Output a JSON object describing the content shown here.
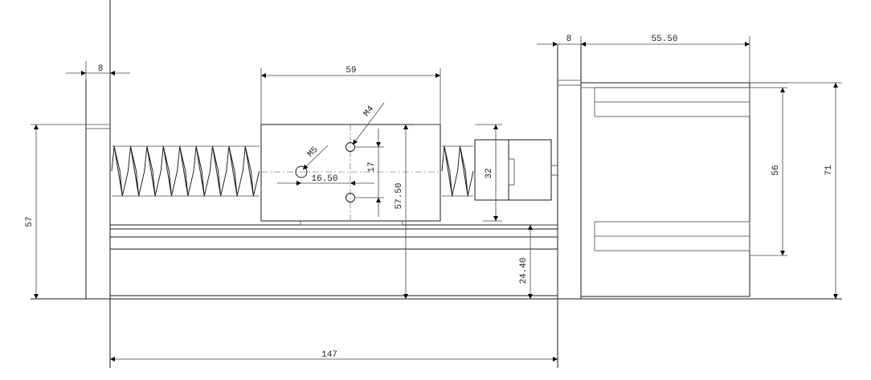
{
  "drawing": {
    "dimensions": {
      "base_length": "147",
      "carriage_width": "59",
      "end_plate_thickness_left": "8",
      "motor_flange_thickness": "8",
      "motor_body_length": "55.50",
      "left_height": "57",
      "motor_height_outer": "71",
      "motor_height_inner": "56",
      "carriage_height": "57.50",
      "rail_height": "24.40",
      "coupling_height": "32",
      "hole_spacing": "16.50",
      "hole_vertical_spacing": "17"
    },
    "callouts": {
      "hole_large": "M5",
      "hole_small": "M4"
    }
  }
}
